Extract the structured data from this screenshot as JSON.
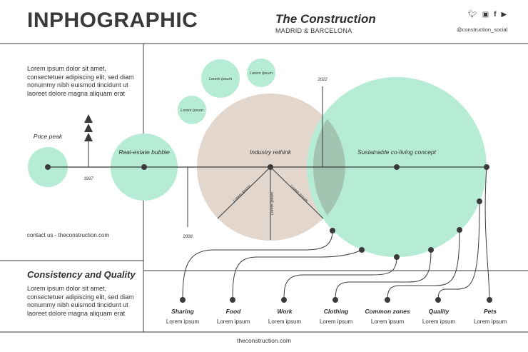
{
  "header": {
    "brand": "INPHOGRAPHIC",
    "title": "The Construction",
    "subtitle": "MADRID & BARCELONA",
    "social_handle": "@construction_social",
    "social_icons": [
      "twitter-icon",
      "instagram-icon",
      "facebook-icon",
      "youtube-icon"
    ]
  },
  "sidebar": {
    "intro": "Lorem ipsum dolor sit amet, consectetuer adipiscing elit, sed diam nonummy nibh euismod tincidunt ut laoreet dolore magna aliquam erat",
    "contact": "contact us - theconstruction.com",
    "quality_title": "Consistency and Quality",
    "quality_text": "Lorem ipsum dolor sit amet, consectetuer adipiscing elit, sed diam nonummy nibh euismod tincidunt ut laoreet dolore magna aliquam erat"
  },
  "timeline": {
    "events": [
      {
        "label": "Price peak",
        "year": "1997"
      },
      {
        "label": "Real-estate bubble",
        "year": "2008"
      },
      {
        "label": "Industry rethink",
        "year": ""
      },
      {
        "label": "Sustainable co-living concept",
        "year": "2022"
      }
    ],
    "small_bubbles": [
      "Lorem Ipsum",
      "Lorem Ipsum",
      "Lorem Ipsum"
    ],
    "rethink_rays": [
      "Lorem Ipsum",
      "Lorem Ipsum",
      "Lorem Ipsum"
    ]
  },
  "categories": [
    {
      "title": "Sharing",
      "text": "Lorem ipsum"
    },
    {
      "title": "Food",
      "text": "Lorem ipsum"
    },
    {
      "title": "Work",
      "text": "Lorem ipsum"
    },
    {
      "title": "Clothing",
      "text": "Lorem ipsum"
    },
    {
      "title": "Common zones",
      "text": "Lorem ipsum"
    },
    {
      "title": "Quality",
      "text": "Lorem ipsum"
    },
    {
      "title": "Pets",
      "text": "Lorem ipsum"
    }
  ],
  "footer": {
    "url": "theconstruction.com"
  },
  "colors": {
    "mint": "#b6ebd6",
    "beige": "#e2d6cd",
    "overlap": "#a3c4b0",
    "line": "#3a3a3a"
  }
}
